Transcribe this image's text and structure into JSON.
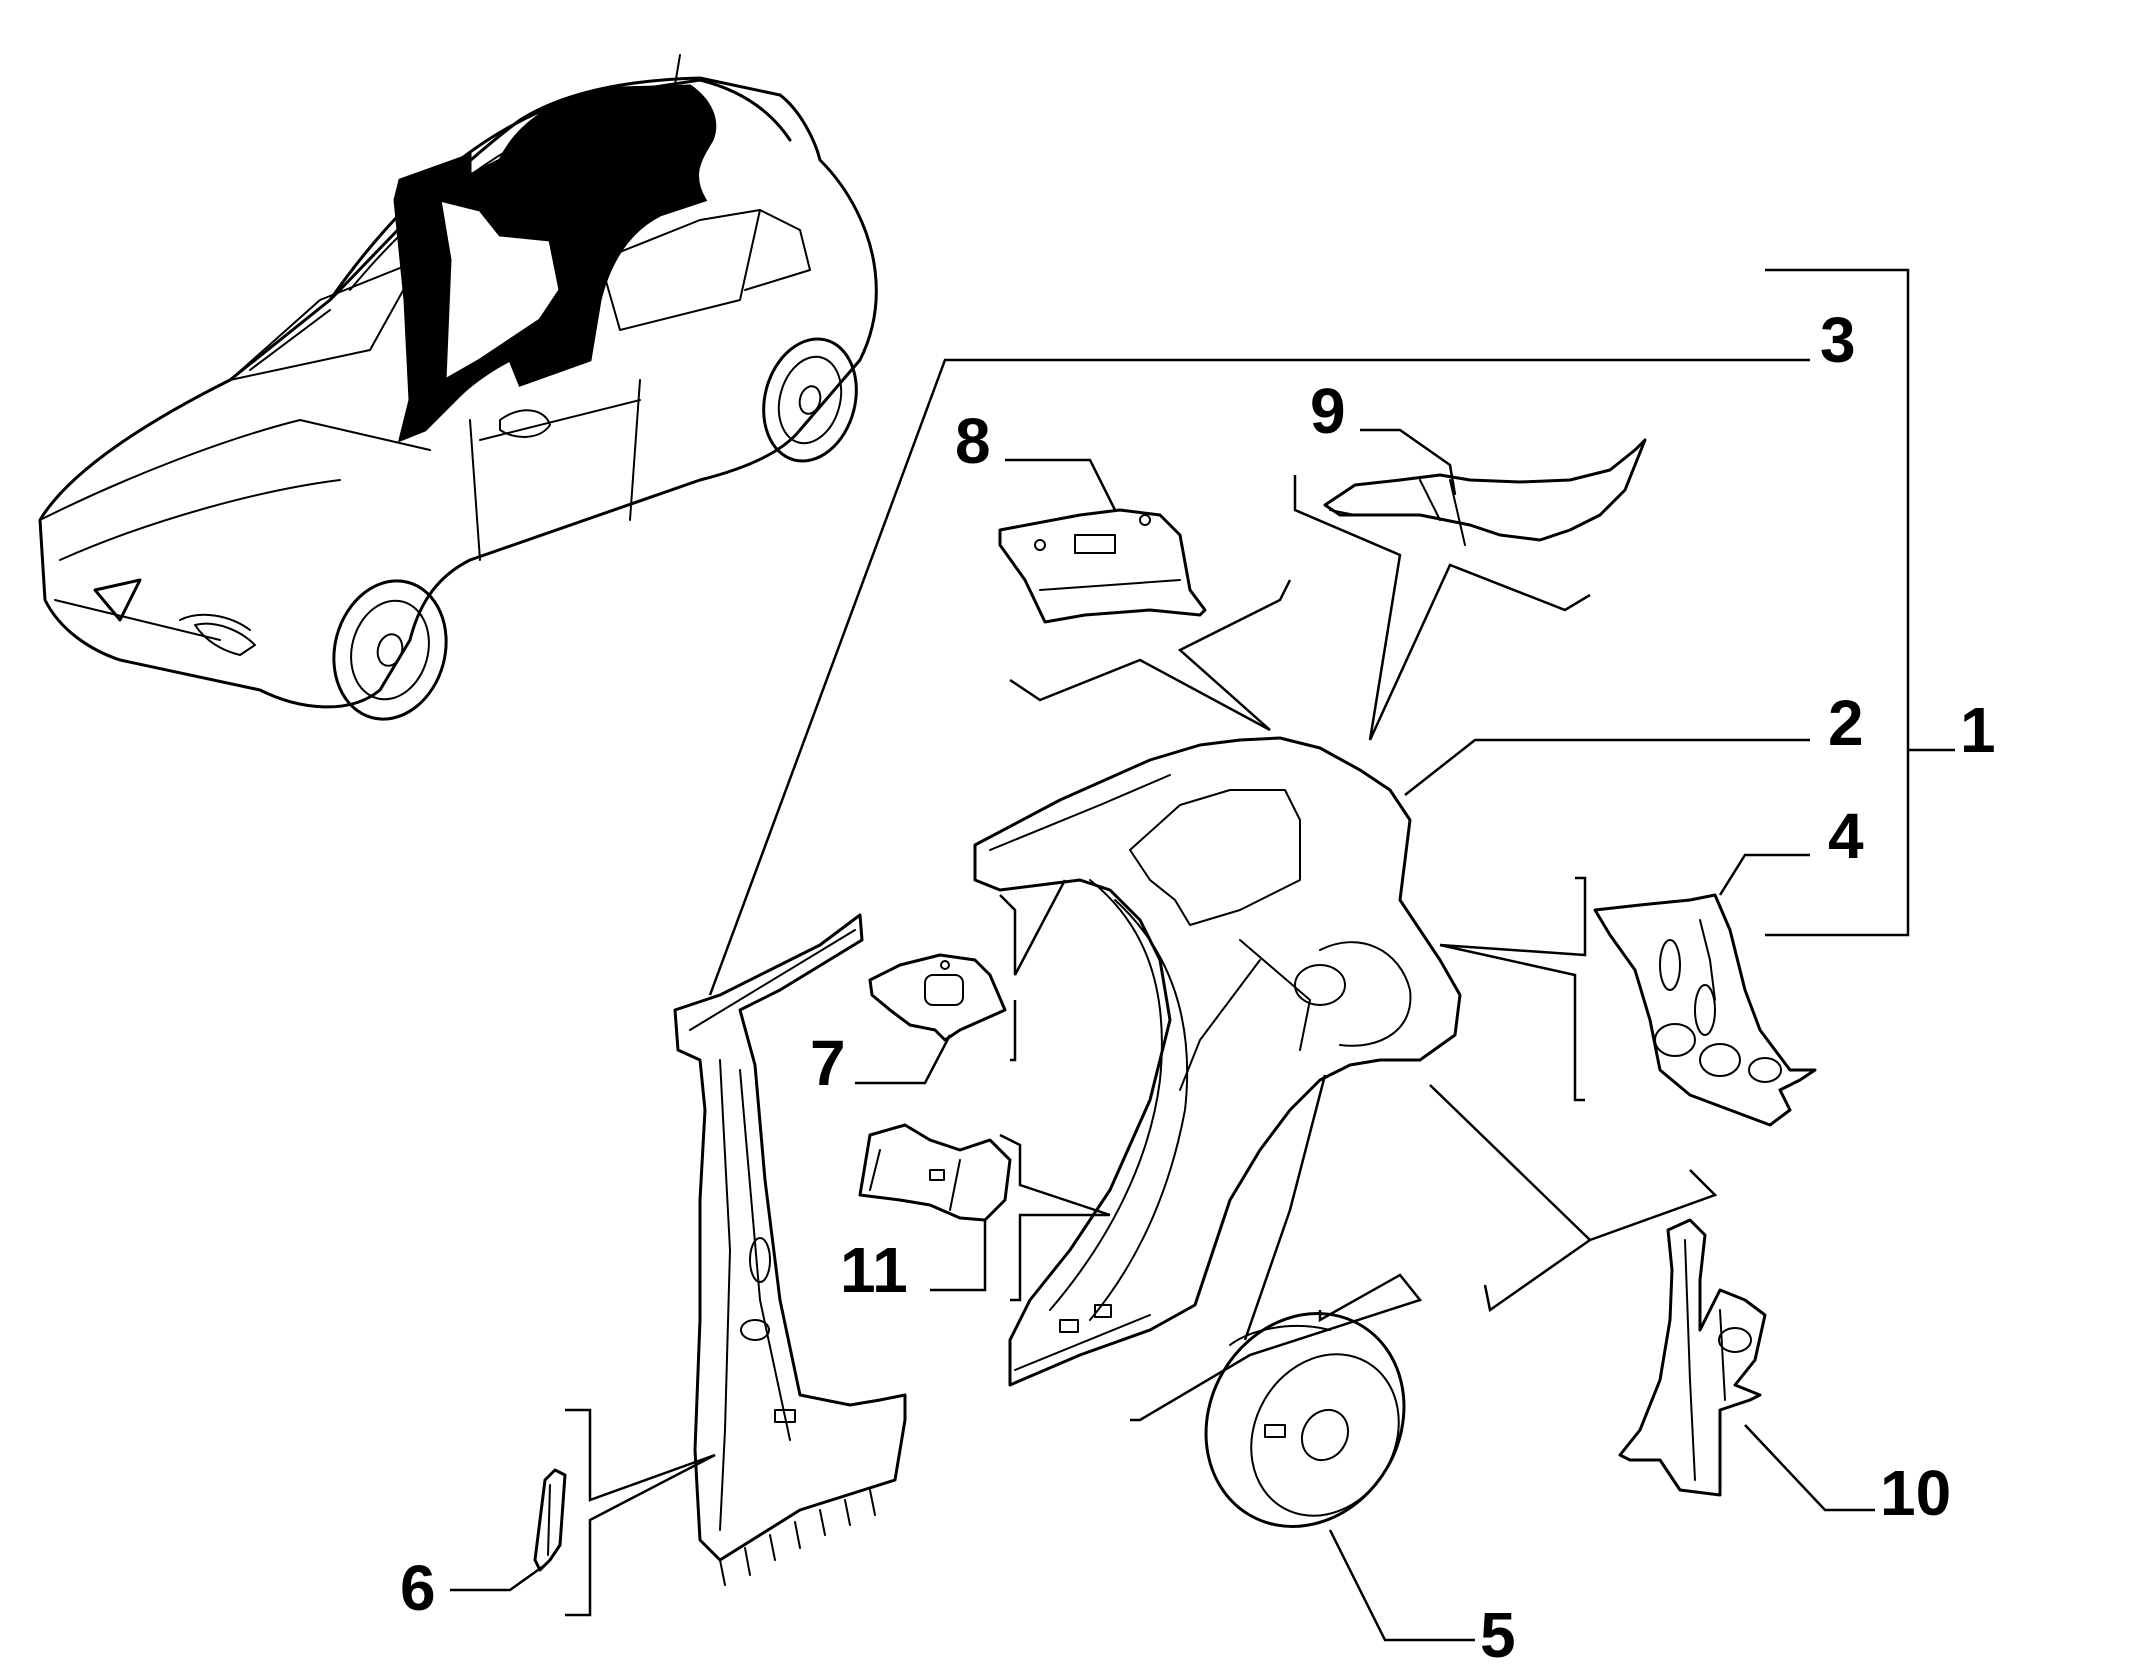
{
  "callouts": [
    {
      "id": "1",
      "label": "1"
    },
    {
      "id": "2",
      "label": "2"
    },
    {
      "id": "3",
      "label": "3"
    },
    {
      "id": "4",
      "label": "4"
    },
    {
      "id": "5",
      "label": "5"
    },
    {
      "id": "6",
      "label": "6"
    },
    {
      "id": "7",
      "label": "7"
    },
    {
      "id": "8",
      "label": "8"
    },
    {
      "id": "9",
      "label": "9"
    },
    {
      "id": "10",
      "label": "10"
    },
    {
      "id": "11",
      "label": "11"
    }
  ],
  "colors": {
    "line": "#000000",
    "background": "#ffffff",
    "highlight": "#000000"
  }
}
